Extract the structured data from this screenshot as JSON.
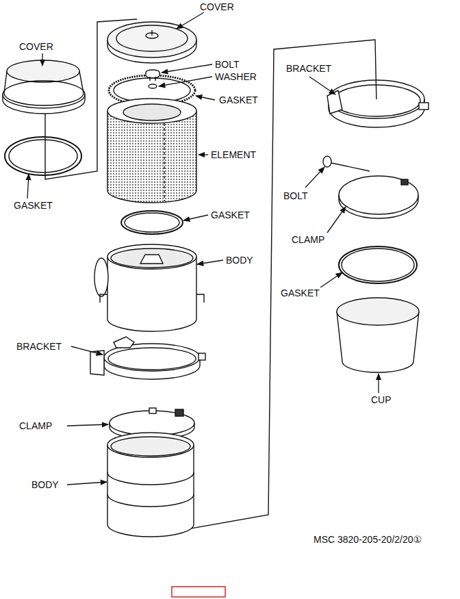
{
  "diagram": {
    "labels": [
      "COVER",
      "COVER",
      "BOLT",
      "WASHER",
      "GASKET",
      "BRACKET",
      "ELEMENT",
      "GASKET",
      "BOLT",
      "GASKET",
      "CLAMP",
      "BODY",
      "GASKET",
      "BRACKET",
      "CUP",
      "CLAMP",
      "BODY",
      "MSC 3820-205-20/2/20①"
    ]
  }
}
